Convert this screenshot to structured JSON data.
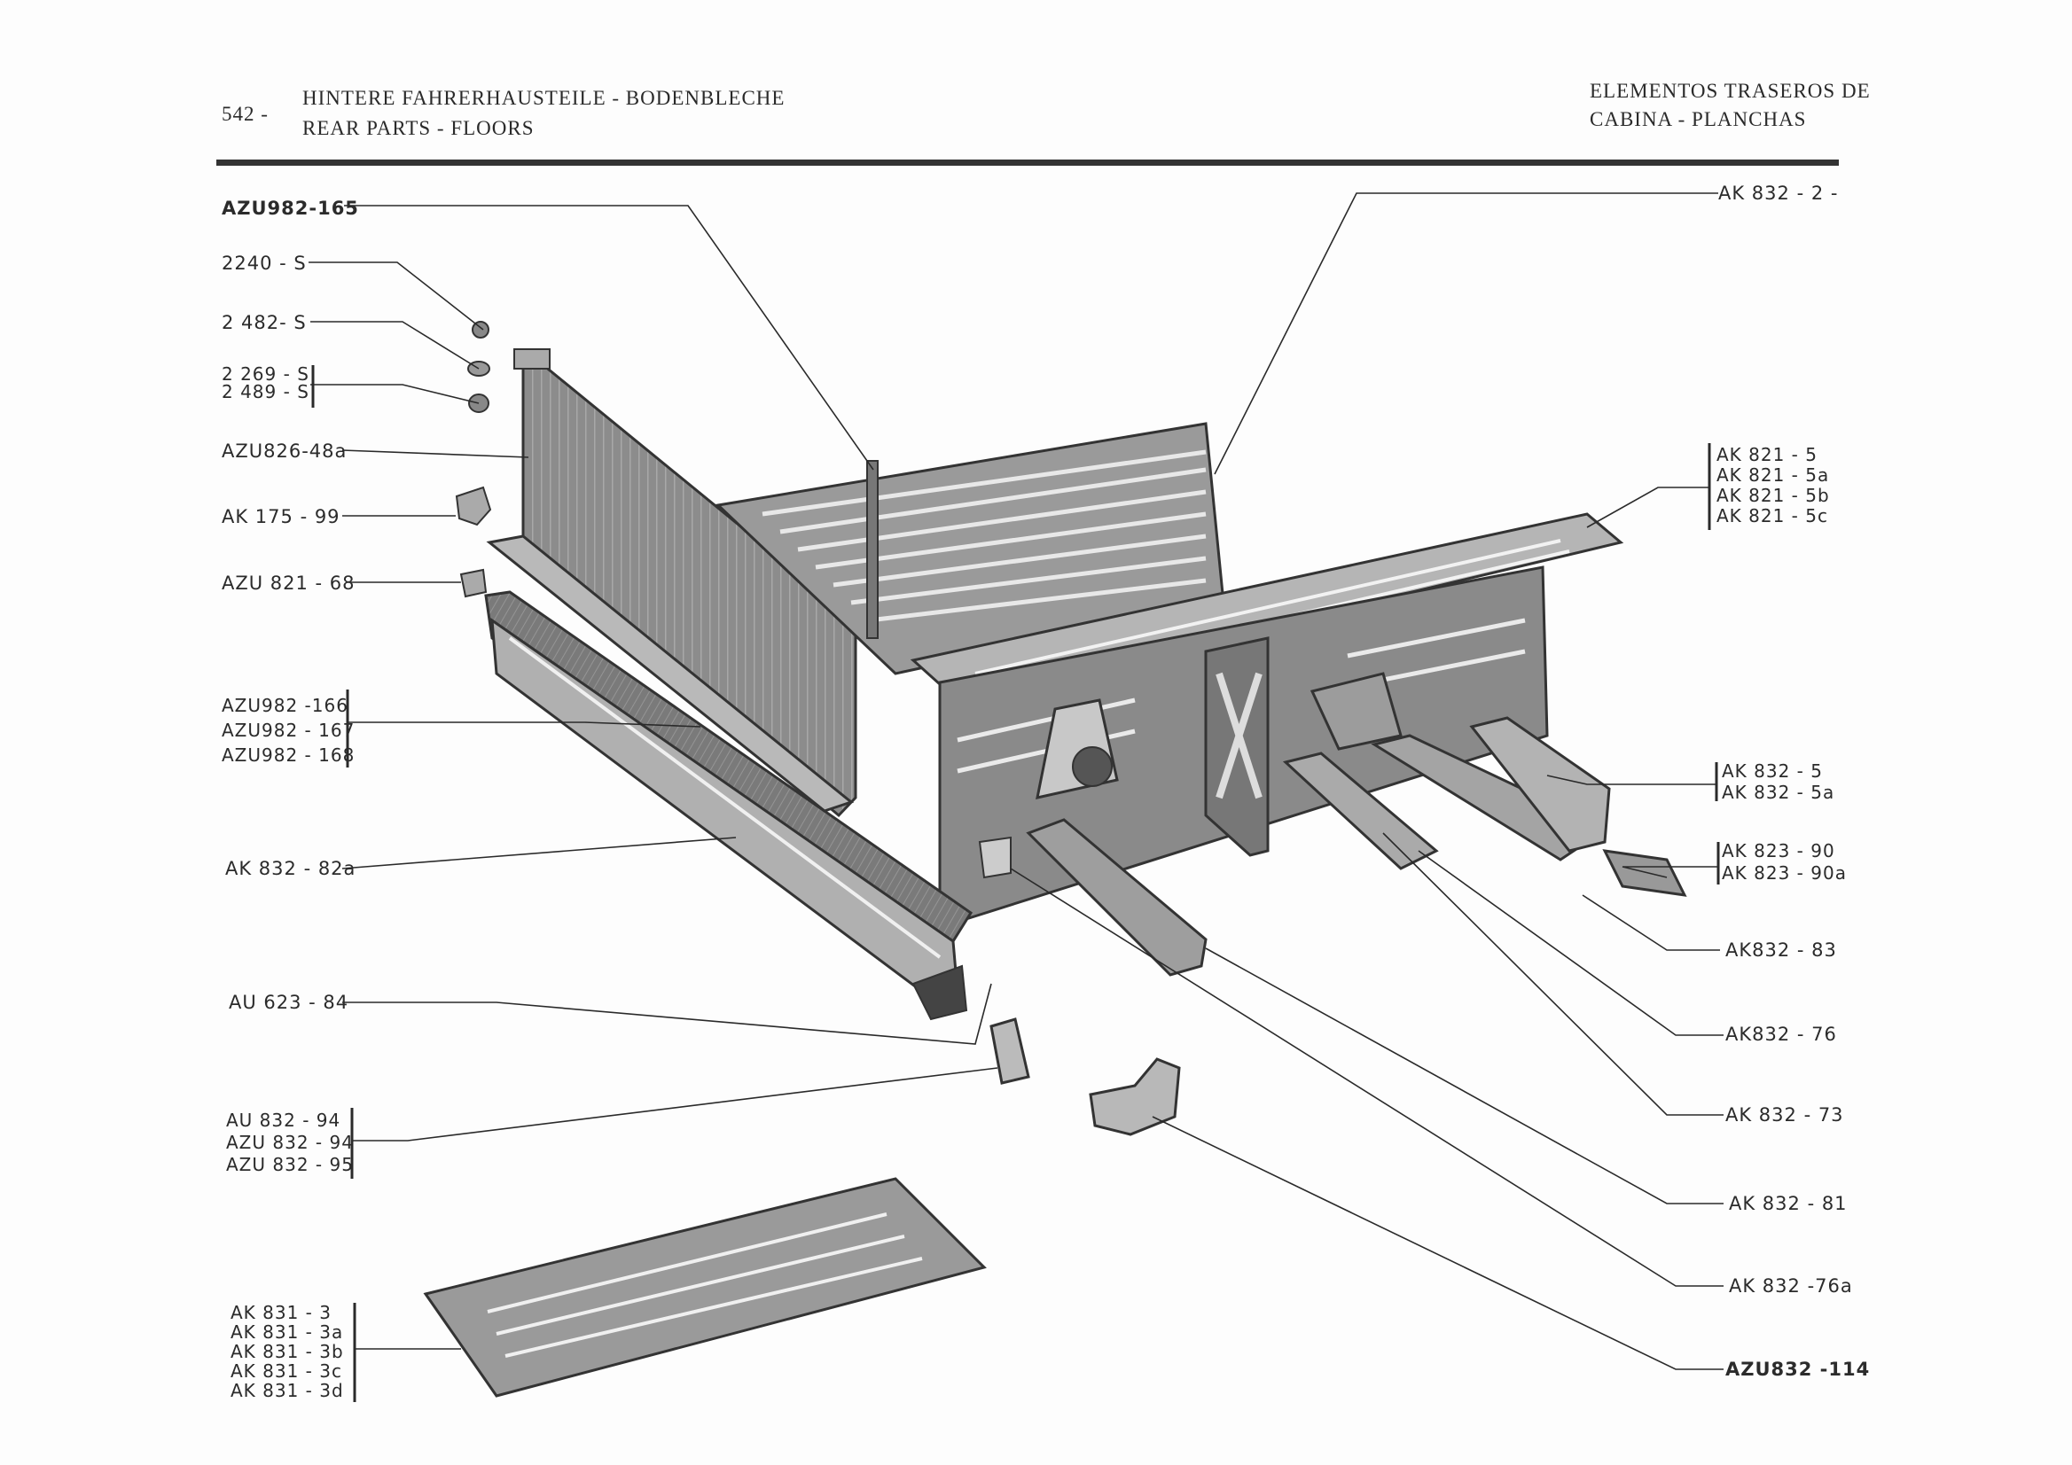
{
  "header": {
    "page_number": "542 -",
    "title_de": "HINTERE FAHRERHAUSTEILE - BODENBLECHE",
    "title_en": "REAR PARTS - FLOORS",
    "title_es_1": "ELEMENTOS TRASEROS DE",
    "title_es_2": "CABINA - PLANCHAS"
  },
  "left_labels": {
    "l1": "AZU982-165",
    "l2": "2240 - S",
    "l3": "2 482- S",
    "l4a": "2 269 - S",
    "l4b": "2 489 - S",
    "l5": "AZU826-48a",
    "l6": "AK  175 - 99",
    "l7": "AZU 821 - 68",
    "l8a": "AZU982 -166",
    "l8b": "AZU982 - 167",
    "l8c": "AZU982 - 168",
    "l9": "AK 832 - 82a",
    "l10": "AU 623 - 84",
    "l11a": "AU  832 - 94",
    "l11b": "AZU 832 - 94",
    "l11c": "AZU  832 - 95",
    "l12a": "AK 831  -  3",
    "l12b": "AK 831  -  3a",
    "l12c": "AK 831  -  3b",
    "l12d": "AK 831  -  3c",
    "l12e": "AK 831  -  3d"
  },
  "right_labels": {
    "r1": "AK 832  -  2 -",
    "r2a": "AK  821 - 5",
    "r2b": "AK  821 - 5a",
    "r2c": "AK  821 - 5b",
    "r2d": "AK  821 - 5c",
    "r3a": "AK 832  - 5",
    "r3b": "AK 832  - 5a",
    "r4a": "AK 823  - 90",
    "r4b": "AK 823  - 90a",
    "r5": "AK832  -  83",
    "r6": "AK832  -  76",
    "r7": "AK 832  - 73",
    "r8": "AK 832 - 81",
    "r9": "AK 832 -76a",
    "r10": "AZU832 -114"
  }
}
